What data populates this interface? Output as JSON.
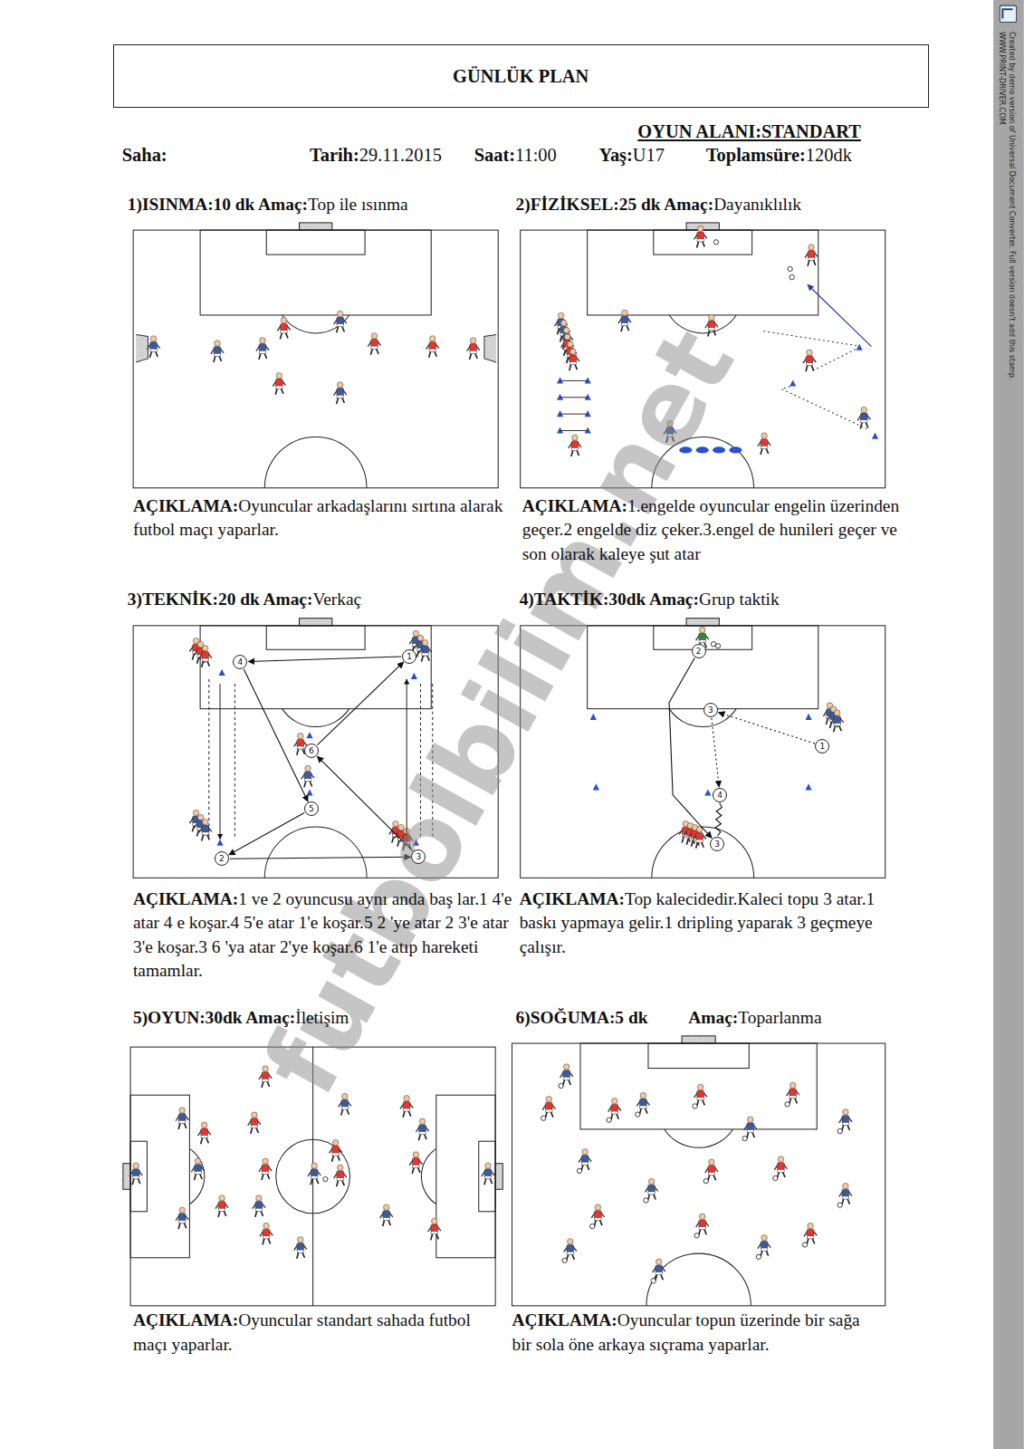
{
  "diagram": {
    "nodes": [
      {
        "text": [
          "GÜNLÜK PLAN"
        ]
      },
      {
        "text": [
          "1)ISINMA:10 dk Amaç:",
          "Top ile ısınma",
          "AÇIKLAMA:",
          "Oyuncular arkadaşlarını sırtına alarak futbol maçı yaparlar."
        ]
      },
      {
        "text": [
          "2)FİZİKSEL:25 dk Amaç:",
          "Dayanıklılık",
          "AÇIKLAMA:",
          "1.engelde oyuncular engelin üzerinden geçer.2 engelde diz çeker.3.engel de hunileri geçer ve son olarak kaleye şut atar"
        ]
      },
      {
        "text": [
          "3)TEKNİK:20 dk Amaç:",
          "Verkaç",
          "AÇIKLAMA:",
          "1 ve 2 oyuncusu aynı anda baş lar.1 4'e atar 4 e koşar.4 5'e atar 1'e koşar.5 2 'ye atar 2 3'e atar 3'e koşar.3 6 'ya atar 2'ye koşar.6 1'e atıp hareketi tamamlar."
        ]
      },
      {
        "text": [
          "4)TAKTİK:30dk Amaç:",
          "Grup taktik",
          "AÇIKLAMA:",
          "Top kalecidedir.Kaleci topu 3 atar.1 baskı yapmaya gelir.1 dripling yaparak 3 geçmeye çalışır."
        ]
      },
      {
        "text": [
          "5)OYUN:30dk Amaç:",
          "İletişim",
          "AÇIKLAMA:",
          "Oyuncular standart sahada futbol maçı yaparlar."
        ]
      },
      {
        "text": [
          "6)SOĞUMA:5 dk",
          "Amaç:",
          "Toparlanma",
          "AÇIKLAMA:",
          "Oyuncular topun üzerinde bir sağa bir sola öne arkaya sıçrama yaparlar."
        ]
      },
      {
        "text": [
          "4"
        ],
        "in": 3
      },
      {
        "text": [
          "1"
        ],
        "in": 3
      },
      {
        "text": [
          "6"
        ],
        "in": 3
      },
      {
        "text": [
          "5"
        ],
        "in": 3
      },
      {
        "text": [
          "2"
        ],
        "in": 3
      },
      {
        "text": [
          "3"
        ],
        "in": 3
      },
      {
        "text": [
          "2"
        ],
        "in": 4
      },
      {
        "text": [
          "3"
        ],
        "in": 4
      },
      {
        "text": [
          "1"
        ],
        "in": 4
      },
      {
        "text": [
          "4"
        ],
        "in": 4
      },
      {
        "text": [
          "3"
        ],
        "in": 4
      }
    ],
    "edges": [
      {
        "from": 8,
        "to": 7,
        "arrow": "to"
      },
      {
        "from": 7,
        "to": 10,
        "arrow": "to"
      },
      {
        "from": 10,
        "to": 11,
        "arrow": "to"
      },
      {
        "from": 11,
        "to": 12,
        "arrow": "to"
      },
      {
        "from": 12,
        "to": 9,
        "arrow": "to"
      },
      {
        "from": 9,
        "to": 8,
        "arrow": "to"
      },
      {
        "from": 13,
        "to": 17,
        "arrow": "to"
      },
      {
        "from": 15,
        "to": 14,
        "arrow": "to"
      },
      {
        "from": 14,
        "to": 16,
        "arrow": "to"
      },
      {
        "from": 17,
        "to": 16,
        "arrow": "none"
      }
    ],
    "labels": [
      "OYUN ALANI:STANDART",
      "Saha:",
      "Tarih:",
      "29.11.2015",
      "Saat:",
      "11:00",
      "Yaş:",
      "U17",
      "Toplamsüre:",
      "120dk",
      "futbolbilim.net",
      "Created by demo version of Universal Document Converter. Full version doesn't add this stamp.",
      "WWW.PRINT-DRIVER.COM"
    ]
  }
}
